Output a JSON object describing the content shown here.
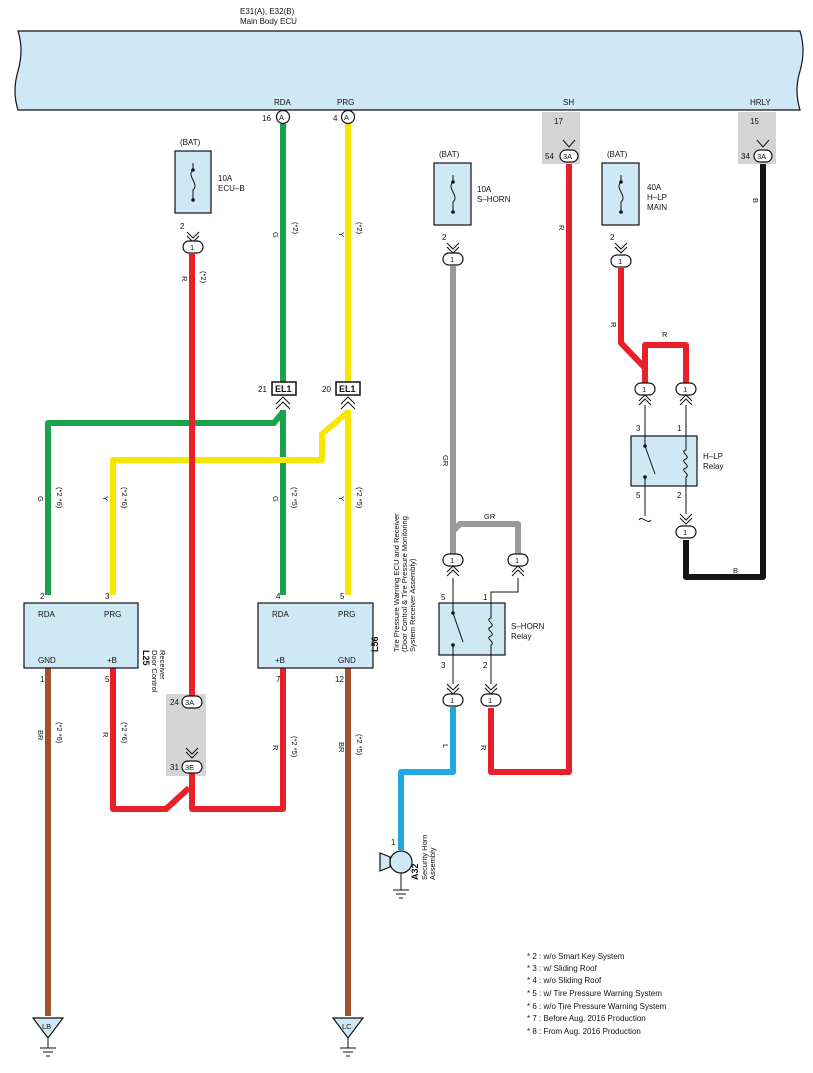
{
  "ecu": {
    "ids": "E31(A), E32(B)",
    "name": "Main Body ECU"
  },
  "ecu_pins": {
    "rda": {
      "name": "RDA",
      "num": "16",
      "conn": "A"
    },
    "prg": {
      "name": "PRG",
      "num": "4",
      "conn": "A"
    },
    "sh": {
      "name": "SH",
      "num1": "17",
      "num2": "54",
      "conn": "3A"
    },
    "hrly": {
      "name": "HRLY",
      "num1": "15",
      "num2": "34",
      "conn": "3A"
    }
  },
  "fuses": {
    "ecub": {
      "src": "(BAT)",
      "amp": "10A",
      "name": "ECU–B",
      "pin": "2",
      "conn": "1"
    },
    "shorn": {
      "src": "(BAT)",
      "amp": "10A",
      "name": "S–HORN",
      "pin": "2",
      "conn": "1"
    },
    "hlp": {
      "src": "(BAT)",
      "amp": "40A",
      "name": "H–LP",
      "name2": "MAIN",
      "pin": "2",
      "conn": "1"
    }
  },
  "wires": {
    "g": "G",
    "y": "Y",
    "r": "R",
    "b": "B",
    "gr": "GR",
    "br": "BR",
    "l": "L",
    "n2": "(*2)",
    "n26": "(*2 *6)",
    "n25": "(*2 *5)"
  },
  "el1": {
    "name": "EL1",
    "pin_g": "21",
    "pin_y": "20"
  },
  "junction": {
    "top_num": "24",
    "top_conn": "3A",
    "bot_num": "31",
    "bot_conn": "3E"
  },
  "l25": {
    "code": "L25",
    "name1": "Door Control",
    "name2": "Receiver",
    "rda": "RDA",
    "prg": "PRG",
    "gnd": "GND",
    "b": "+B",
    "p_rda": "2",
    "p_prg": "3",
    "p_gnd": "1",
    "p_b": "5"
  },
  "l56": {
    "code": "L56",
    "name1": "Tire Pressure Warning ECU and Receiver",
    "name2": "(Door Control & Tire Pressure Monitoring",
    "name3": "System Receiver Assembly)",
    "rda": "RDA",
    "prg": "PRG",
    "b": "+B",
    "gnd": "GND",
    "p_rda": "4",
    "p_prg": "5",
    "p_b": "7",
    "p_gnd": "12"
  },
  "shorn_relay": {
    "name1": "S–HORN",
    "name2": "Relay",
    "p5": "5",
    "p1": "1",
    "p3": "3",
    "p2": "2",
    "conn": "1"
  },
  "hlp_relay": {
    "name1": "H–LP",
    "name2": "Relay",
    "p3": "3",
    "p1": "1",
    "p5": "5",
    "p2": "2",
    "conn": "1"
  },
  "horn": {
    "code": "A32",
    "name1": "Security Horn",
    "name2": "Assembly",
    "pin": "1"
  },
  "grounds": {
    "lb": "LB",
    "lc": "LC"
  },
  "legend": [
    "* 2 : w/o Smart Key System",
    "* 3 : w/ Sliding Roof",
    "* 4 : w/o Sliding Roof",
    "* 5 : w/ Tire Pressure Warning System",
    "* 6 : w/o Tire Pressure Warning System",
    "* 7 : Before Aug.  2016 Production",
    "* 8 : From Aug.  2016 Production"
  ]
}
